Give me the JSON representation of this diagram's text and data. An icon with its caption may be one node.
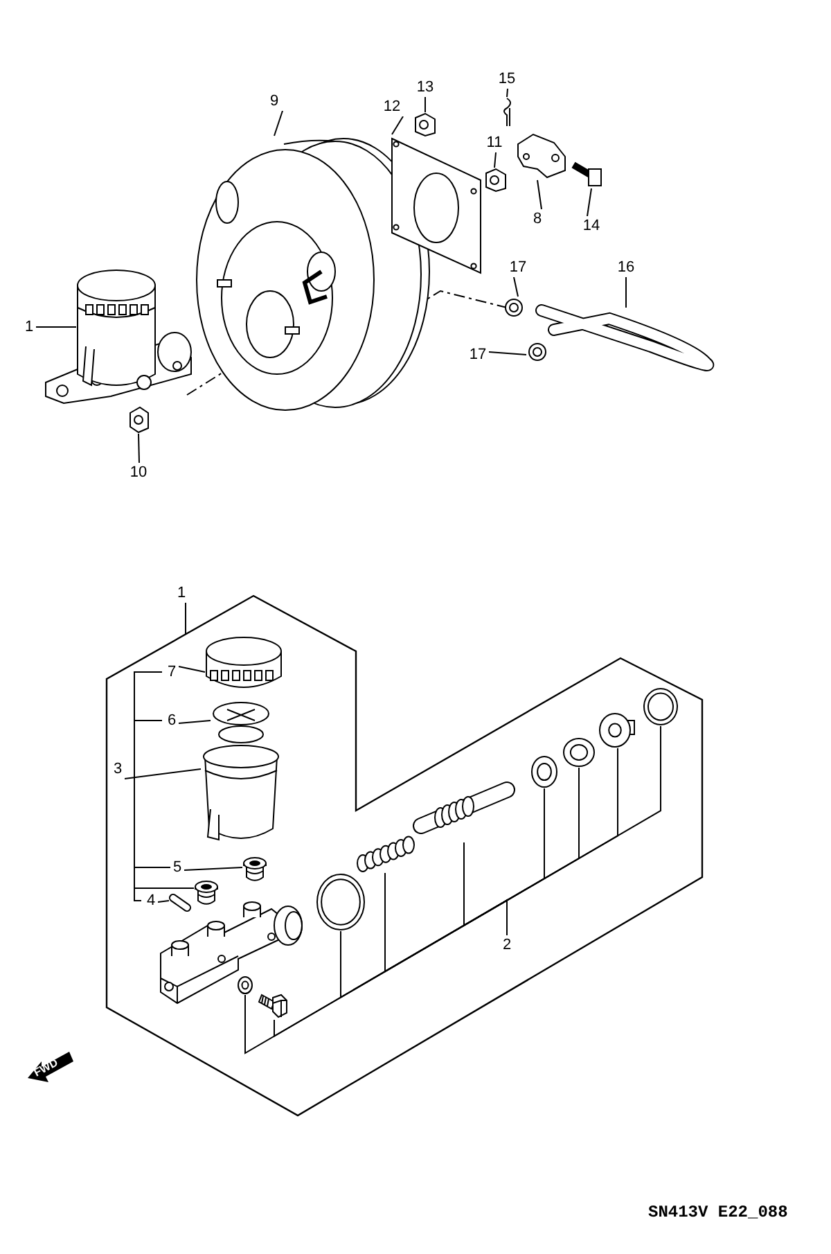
{
  "diagram": {
    "nodes": [
      {
        "text": [
          "1"
        ]
      },
      {
        "text": [],
        "shape": "picture"
      },
      {
        "text": [
          "9"
        ]
      },
      {
        "text": [],
        "shape": "picture"
      },
      {
        "text": [
          "12"
        ]
      },
      {
        "text": [],
        "shape": "picture"
      },
      {
        "text": [
          "13"
        ]
      },
      {
        "text": [],
        "shape": "picture"
      },
      {
        "text": [
          "15"
        ]
      },
      {
        "text": [],
        "shape": "picture"
      },
      {
        "text": [
          "11"
        ]
      },
      {
        "text": [],
        "shape": "picture"
      },
      {
        "text": [
          "8"
        ]
      },
      {
        "text": [],
        "shape": "picture"
      },
      {
        "text": [
          "14"
        ]
      },
      {
        "text": [],
        "shape": "picture"
      },
      {
        "text": [
          "17"
        ]
      },
      {
        "text": [],
        "shape": "picture"
      },
      {
        "text": [
          "16"
        ]
      },
      {
        "text": [],
        "shape": "picture"
      },
      {
        "text": [
          "17"
        ]
      },
      {
        "text": [],
        "shape": "picture"
      },
      {
        "text": [
          "10"
        ]
      },
      {
        "text": [],
        "shape": "picture"
      },
      {
        "text": [],
        "shape": "box"
      },
      {
        "text": [
          "1"
        ]
      },
      {
        "text": [
          "7"
        ],
        "in": 24
      },
      {
        "text": [],
        "shape": "picture",
        "in": 24
      },
      {
        "text": [
          "6"
        ],
        "in": 24
      },
      {
        "text": [],
        "shape": "picture",
        "in": 24
      },
      {
        "text": [
          "3"
        ],
        "in": 24
      },
      {
        "text": [],
        "shape": "picture",
        "in": 24
      },
      {
        "text": [
          "5"
        ],
        "in": 24
      },
      {
        "text": [],
        "shape": "picture",
        "in": 24
      },
      {
        "text": [],
        "shape": "picture",
        "in": 24
      },
      {
        "text": [
          "4"
        ],
        "in": 24
      },
      {
        "text": [],
        "shape": "picture",
        "in": 24
      },
      {
        "text": [
          "2"
        ],
        "in": 24
      },
      {
        "text": [],
        "shape": "picture",
        "in": 24
      },
      {
        "text": [],
        "shape": "picture",
        "in": 24
      },
      {
        "text": [],
        "shape": "picture",
        "in": 24
      },
      {
        "text": [],
        "shape": "picture",
        "in": 24
      },
      {
        "text": [],
        "shape": "picture",
        "in": 24
      },
      {
        "text": [],
        "shape": "picture",
        "in": 24
      },
      {
        "text": [],
        "shape": "picture",
        "in": 24
      },
      {
        "text": [],
        "shape": "picture",
        "in": 24
      },
      {
        "text": [],
        "shape": "picture",
        "in": 24
      }
    ],
    "edges": [
      {
        "from": 0,
        "to": 1,
        "arrow": "none"
      },
      {
        "from": 2,
        "to": 3,
        "arrow": "none"
      },
      {
        "from": 4,
        "to": 5,
        "arrow": "none"
      },
      {
        "from": 6,
        "to": 7,
        "arrow": "none"
      },
      {
        "from": 8,
        "to": 9,
        "arrow": "none"
      },
      {
        "from": 10,
        "to": 11,
        "arrow": "none"
      },
      {
        "from": 12,
        "to": 13,
        "arrow": "none"
      },
      {
        "from": 14,
        "to": 15,
        "arrow": "none"
      },
      {
        "from": 16,
        "to": 17,
        "arrow": "none"
      },
      {
        "from": 18,
        "to": 19,
        "arrow": "none"
      },
      {
        "from": 20,
        "to": 21,
        "arrow": "none"
      },
      {
        "from": 22,
        "to": 23,
        "arrow": "none"
      },
      {
        "from": 1,
        "to": 3,
        "arrow": "none",
        "style": "dashed"
      },
      {
        "from": 3,
        "to": 17,
        "arrow": "none",
        "style": "dashed"
      },
      {
        "from": 25,
        "to": 24,
        "arrow": "none"
      },
      {
        "from": 26,
        "to": 27,
        "arrow": "none"
      },
      {
        "from": 28,
        "to": 29,
        "arrow": "none"
      },
      {
        "from": 30,
        "to": 31,
        "arrow": "none"
      },
      {
        "from": 32,
        "to": 33,
        "arrow": "none"
      },
      {
        "from": 32,
        "to": 34,
        "arrow": "none"
      },
      {
        "from": 35,
        "to": 36,
        "arrow": "none"
      },
      {
        "from": 37,
        "to": 38,
        "arrow": "none"
      },
      {
        "from": 37,
        "to": 39,
        "arrow": "none"
      },
      {
        "from": 37,
        "to": 40,
        "arrow": "none"
      },
      {
        "from": 37,
        "to": 41,
        "arrow": "none"
      },
      {
        "from": 37,
        "to": 42,
        "arrow": "none"
      },
      {
        "from": 37,
        "to": 43,
        "arrow": "none"
      },
      {
        "from": 37,
        "to": 44,
        "arrow": "none"
      },
      {
        "from": 37,
        "to": 45,
        "arrow": "none"
      },
      {
        "from": 37,
        "to": 46,
        "arrow": "none"
      }
    ],
    "labels": [
      "FWD",
      "SN413V E22_088"
    ]
  }
}
